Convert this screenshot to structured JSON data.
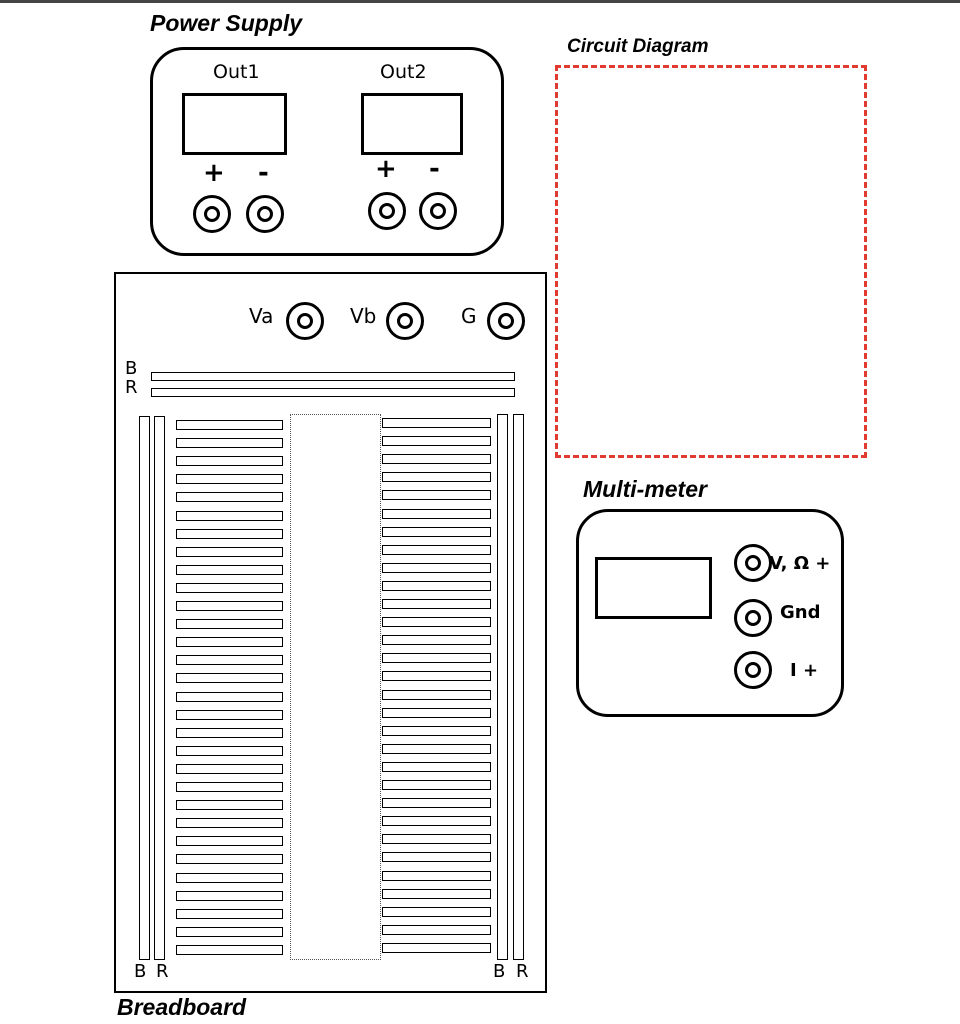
{
  "power_supply": {
    "title": "Power Supply",
    "outputs": [
      {
        "label": "Out1",
        "plus": "+",
        "minus": "-"
      },
      {
        "label": "Out2",
        "plus": "+",
        "minus": "-"
      }
    ]
  },
  "circuit_diagram": {
    "title": "Circuit Diagram",
    "border_color": "#e03a31"
  },
  "breadboard": {
    "title": "Breadboard",
    "terminals": [
      "Va",
      "Vb",
      "G"
    ],
    "top_rails": [
      "B",
      "R"
    ],
    "left_rails": [
      "B",
      "R"
    ],
    "right_rails": [
      "B",
      "R"
    ],
    "strip_rows": 30
  },
  "multimeter": {
    "title": "Multi-meter",
    "ports": [
      "V, Ω +",
      "Gnd",
      "I +"
    ]
  },
  "icons": [
    "banana-jack-icon"
  ]
}
